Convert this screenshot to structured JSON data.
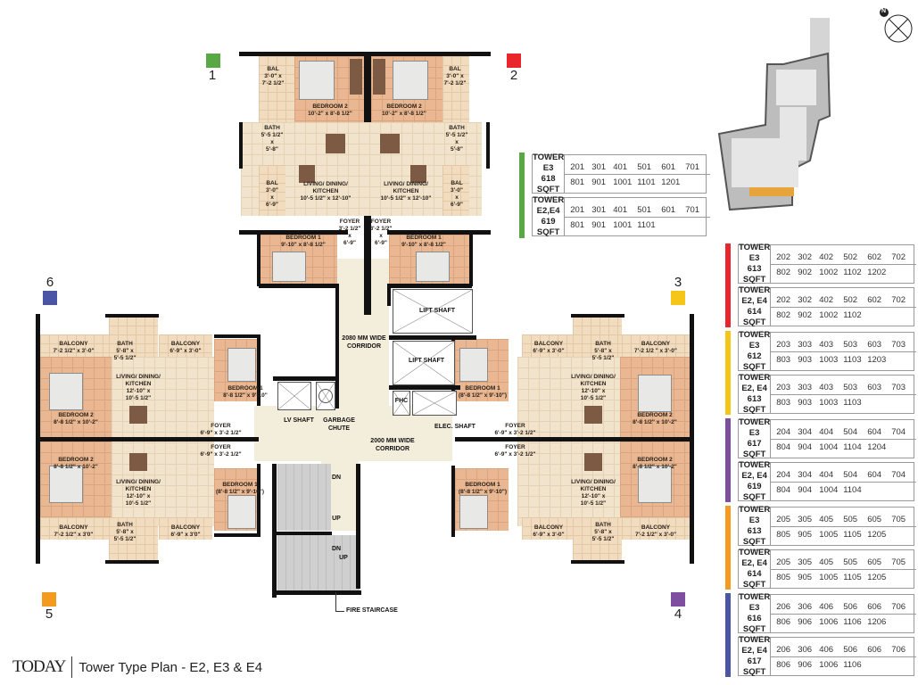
{
  "footer": {
    "brand": "TODAY",
    "title": "Tower Type Plan - E2, E3 & E4"
  },
  "markers": [
    {
      "num": "1",
      "color": "#5aa845"
    },
    {
      "num": "2",
      "color": "#e8262b"
    },
    {
      "num": "3",
      "color": "#f5c518"
    },
    {
      "num": "4",
      "color": "#7e4ea0"
    },
    {
      "num": "5",
      "color": "#f39a1f"
    },
    {
      "num": "6",
      "color": "#4b55a6"
    }
  ],
  "compass": {
    "label": "N"
  },
  "plan": {
    "corridor_upper": "2080 MM WIDE\nCORRIDOR",
    "corridor_lower": "2000 MM WIDE\nCORRIDOR",
    "lift_shaft_1": "LIFT SHAFT",
    "lift_shaft_2": "LIFT SHAFT",
    "lv_shaft": "LV SHAFT",
    "garbage_chute": "GARBAGE\nCHUTE",
    "fhc": "FHC",
    "elec_shaft": "ELEC. SHAFT",
    "fire_staircase": "FIRE STAIRCASE",
    "stair_dn_1": "DN",
    "stair_up_1": "UP",
    "stair_dn_2": "DN",
    "stair_up_2": "UP",
    "unit1": {
      "bal_top": "BAL\n3'-0\" x\n7'-2 1/2\"",
      "bedroom2": "BEDROOM 2\n10'-2\" x 8'-8 1/2\"",
      "bath": "BATH\n5'-5 1/2\"\nx\n5'-8\"",
      "bal_mid": "BAL\n3'-0\"\nx\n6'-9\"",
      "living": "LIVING/ DINING/\nKITCHEN\n10'-5 1/2\" x 12'-10\"",
      "foyer": "FOYER\n3'-2 1/2\"\nx\n6'-9\"",
      "bedroom1": "BEDROOM 1\n9'-10\" x 8'-8 1/2\""
    },
    "unit2": {
      "bal_top": "BAL\n3'-0\" x\n7'-2 1/2\"",
      "bedroom2": "BEDROOM 2\n10'-2\" x 8'-8 1/2\"",
      "bath": "BATH\n5'-5 1/2\"\nx\n5'-8\"",
      "bal_mid": "BAL\n3'-0\"\nx\n6'-9\"",
      "living": "LIVING/ DINING/\nKITCHEN\n10'-5 1/2\" x 12'-10\"",
      "foyer": "FOYER\n3'-2 1/2\"\nx\n6'-9\"",
      "bedroom1": "BEDROOM 1\n9'-10\" x 8'-8 1/2\""
    },
    "unit6": {
      "balcony1": "BALCONY\n7'-2 1/2\" x 3'-0\"",
      "bath": "BATH\n5'-8\" x\n5'-5 1/2\"",
      "balcony2": "BALCONY\n6'-9\" x 3'-0\"",
      "living": "LIVING/ DINING/\nKITCHEN\n12'-10\" x\n10'-5 1/2\"",
      "bedroom2": "BEDROOM 2\n8'-8 1/2\" x 10'-2\"",
      "bedroom1": "BEDROOM 1\n8'-8 1/2\" x 9'-10\"",
      "foyer": "FOYER\n6'-9\" x 3'-2 1/2\""
    },
    "unit5": {
      "foyer": "FOYER\n6'-9\" x 3'-2 1/2\"",
      "bedroom2": "BEDROOM 2\n8'-8 1/2\" x 10'-2\"",
      "living": "LIVING/ DINING/\nKITCHEN\n12'-10\" x\n10'-5 1/2\"",
      "bedroom1": "BEDROOM 1\n(8'-8 1/2\" x 9'-10\")",
      "balcony1": "BALCONY\n7'-2 1/2\" x 3'0\"",
      "bath": "BATH\n5'-8\" x\n5'-5 1/2\"",
      "balcony2": "BALCONY\n6'-9\" x 3'0\""
    },
    "unit3": {
      "balcony2": "BALCONY\n6'-9\" x 3'-0\"",
      "bath": "BATH\n5'-8\" x\n5'-5 1/2\"",
      "balcony1": "BALCONY\n7'-2 1/2 \" x 3'-0\"",
      "bedroom1": "BEDROOM 1\n(8'-8 1/2\" x 9'-10\")",
      "living": "LIVING/ DINING/\nKITCHEN\n12'-10\" x\n10'-5 1/2\"",
      "bedroom2": "BEDROOM 2\n8'-8 1/2\" x 10'-2\"",
      "foyer": "FOYER\n6'-9\" x 3'-2 1/2\""
    },
    "unit4": {
      "foyer": "FOYER\n6'-9\" x 3'-2 1/2\"",
      "bedroom2": "BEDROOM 2\n8'-8 1/2\" x 10'-2\"",
      "bedroom1": "BEDROOM 1\n(8'-8 1/2\" x 9'-10\")",
      "living": "LIVING/ DINING/\nKITCHEN\n12'-10\" x\n10'-5 1/2\"",
      "balcony2": "BALCONY\n6'-9\" x 3'-0\"",
      "bath": "BATH\n5'-8\" x\n5'-5 1/2\"",
      "balcony1": "BALCONY\n7'-2 1/2\" x 3'-0\""
    }
  },
  "unit_tables": [
    {
      "color": "#5aa845",
      "rows": [
        {
          "tower": "TOWER",
          "name": "E3",
          "area": "618 SQFT",
          "line1": [
            "201",
            "301",
            "401",
            "501",
            "601",
            "701"
          ],
          "line2": [
            "801",
            "901",
            "1001",
            "1101",
            "1201"
          ]
        },
        {
          "tower": "TOWER",
          "name": "E2,E4",
          "area": "619 SQFT",
          "line1": [
            "201",
            "301",
            "401",
            "501",
            "601",
            "701"
          ],
          "line2": [
            "801",
            "901",
            "1001",
            "1101"
          ]
        }
      ]
    },
    {
      "color": "#e8262b",
      "rows": [
        {
          "tower": "TOWER",
          "name": "E3",
          "area": "613 SQFT",
          "line1": [
            "202",
            "302",
            "402",
            "502",
            "602",
            "702"
          ],
          "line2": [
            "802",
            "902",
            "1002",
            "1102",
            "1202"
          ]
        },
        {
          "tower": "TOWER",
          "name": "E2, E4",
          "area": "614 SQFT",
          "line1": [
            "202",
            "302",
            "402",
            "502",
            "602",
            "702"
          ],
          "line2": [
            "802",
            "902",
            "1002",
            "1102"
          ]
        }
      ]
    },
    {
      "color": "#f5c518",
      "rows": [
        {
          "tower": "TOWER",
          "name": "E3",
          "area": "612 SQFT",
          "line1": [
            "203",
            "303",
            "403",
            "503",
            "603",
            "703"
          ],
          "line2": [
            "803",
            "903",
            "1003",
            "1103",
            "1203"
          ]
        },
        {
          "tower": "TOWER",
          "name": "E2, E4",
          "area": "613 SQFT",
          "line1": [
            "203",
            "303",
            "403",
            "503",
            "603",
            "703"
          ],
          "line2": [
            "803",
            "903",
            "1003",
            "1103"
          ]
        }
      ]
    },
    {
      "color": "#7e4ea0",
      "rows": [
        {
          "tower": "TOWER",
          "name": "E3",
          "area": "617 SQFT",
          "line1": [
            "204",
            "304",
            "404",
            "504",
            "604",
            "704"
          ],
          "line2": [
            "804",
            "904",
            "1004",
            "1104",
            "1204"
          ]
        },
        {
          "tower": "TOWER",
          "name": "E2, E4",
          "area": "619 SQFT",
          "line1": [
            "204",
            "304",
            "404",
            "504",
            "604",
            "704"
          ],
          "line2": [
            "804",
            "904",
            "1004",
            "1104"
          ]
        }
      ]
    },
    {
      "color": "#f39a1f",
      "rows": [
        {
          "tower": "TOWER",
          "name": "E3",
          "area": "613 SQFT",
          "line1": [
            "205",
            "305",
            "405",
            "505",
            "605",
            "705"
          ],
          "line2": [
            "805",
            "905",
            "1005",
            "1105",
            "1205"
          ]
        },
        {
          "tower": "TOWER",
          "name": "E2, E4",
          "area": "614 SQFT",
          "line1": [
            "205",
            "305",
            "405",
            "505",
            "605",
            "705"
          ],
          "line2": [
            "805",
            "905",
            "1005",
            "1105",
            "1205"
          ]
        }
      ]
    },
    {
      "color": "#4b55a6",
      "rows": [
        {
          "tower": "TOWER",
          "name": "E3",
          "area": "616 SQFT",
          "line1": [
            "206",
            "306",
            "406",
            "506",
            "606",
            "706"
          ],
          "line2": [
            "806",
            "906",
            "1006",
            "1106",
            "1206"
          ]
        },
        {
          "tower": "TOWER",
          "name": "E2, E4",
          "area": "617 SQFT",
          "line1": [
            "206",
            "306",
            "406",
            "506",
            "606",
            "706"
          ],
          "line2": [
            "806",
            "906",
            "1006",
            "1106"
          ]
        }
      ]
    }
  ]
}
